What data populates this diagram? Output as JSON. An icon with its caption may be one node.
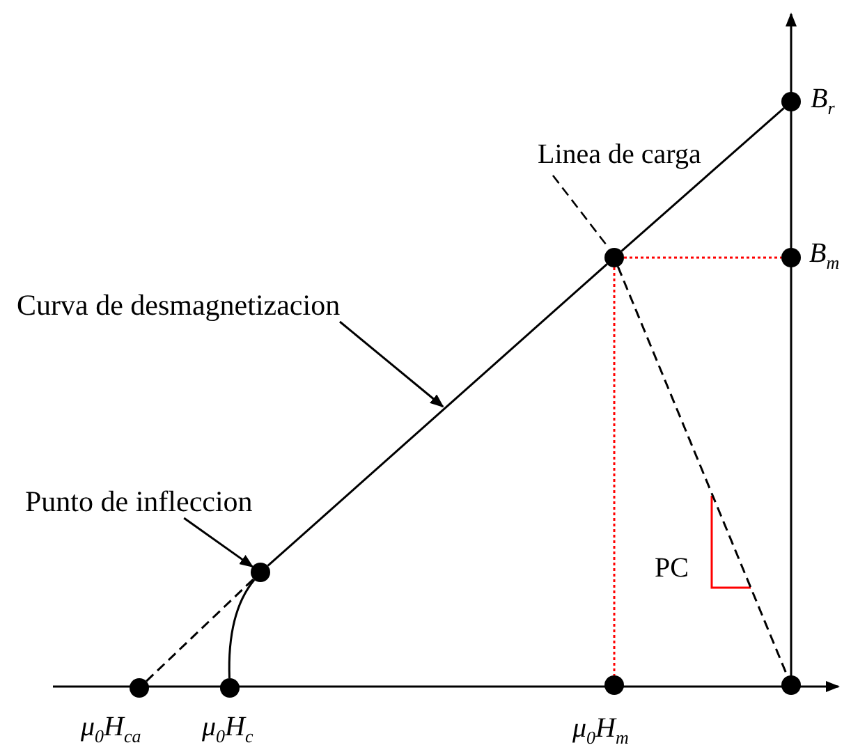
{
  "diagram": {
    "nodes": [
      {
        "text": [],
        "shape": "circle",
        "beside": [
          "B$_{r}$"
        ]
      },
      {
        "text": [],
        "shape": "circle"
      },
      {
        "text": [],
        "shape": "circle",
        "beside": [
          "B$_{m}$"
        ]
      },
      {
        "text": [
          "Curva de desmagnetizacion"
        ]
      },
      {
        "text": [
          "Punto de infleccion"
        ]
      },
      {
        "text": [],
        "shape": "circle"
      },
      {
        "text": [],
        "shape": "circle",
        "beside": [
          "μ$_{0}$H$_{ca}$"
        ]
      },
      {
        "text": [],
        "shape": "circle",
        "beside": [
          "μ$_{0}$H$_{c}$"
        ]
      },
      {
        "text": [],
        "shape": "circle",
        "beside": [
          "μ$_{0}$H$_{m}$"
        ]
      },
      {
        "text": [],
        "shape": "circle"
      }
    ],
    "edges": [
      {
        "from": 5,
        "to": 1,
        "arrow": "none"
      },
      {
        "from": 1,
        "to": 0,
        "arrow": "none"
      },
      {
        "from": 6,
        "to": 5,
        "arrow": "none",
        "style": "dashed"
      },
      {
        "from": 5,
        "to": 7,
        "arrow": "none"
      },
      {
        "from": 1,
        "to": 9,
        "arrow": "none",
        "style": "dashed"
      },
      {
        "from": 1,
        "to": 2,
        "arrow": "none",
        "style": "dashed",
        "color": "#ff0000"
      },
      {
        "from": 1,
        "to": 8,
        "arrow": "none",
        "style": "dashed",
        "color": "#ff0000"
      },
      {
        "from": 3,
        "to": null,
        "arrow": "to"
      },
      {
        "from": 4,
        "to": 5,
        "arrow": "to"
      }
    ],
    "labels": [
      "Linea de carga",
      "PC"
    ]
  }
}
